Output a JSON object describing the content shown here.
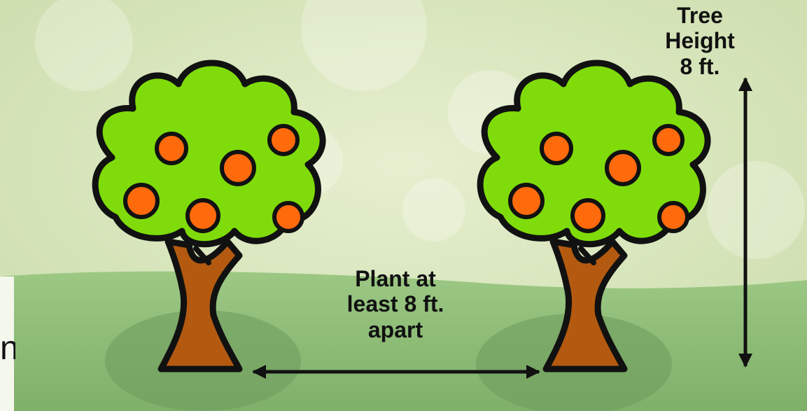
{
  "labels": {
    "tree_height": [
      "Tree",
      "Height",
      "8 ft."
    ],
    "spacing": [
      "Plant at",
      "least 8 ft.",
      "apart"
    ],
    "edge_text": "n"
  },
  "colors": {
    "background": "#dfe9c6",
    "ground": "#8fbf76",
    "canopy": "#7fdc0a",
    "fruit": "#ff6a0d",
    "trunk": "#b35a10",
    "outline": "#111111",
    "shadow": "#6f9c5e"
  },
  "objects": [
    "tree-left",
    "tree-right",
    "spacing-arrow",
    "height-arrow"
  ]
}
